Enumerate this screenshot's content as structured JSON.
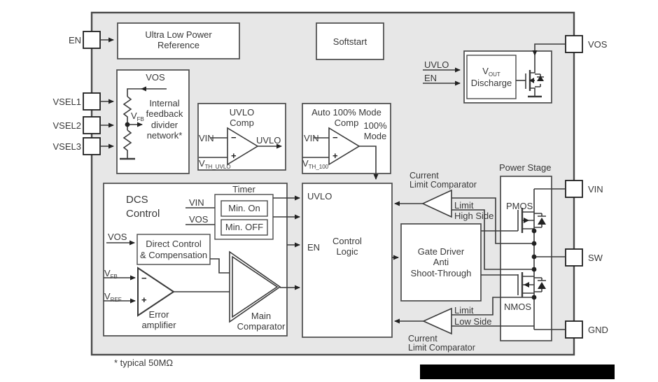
{
  "pins": {
    "en": "EN",
    "vsel1": "VSEL1",
    "vsel2": "VSEL2",
    "vsel3": "VSEL3",
    "vos": "VOS",
    "vin": "VIN",
    "sw": "SW",
    "gnd": "GND"
  },
  "blocks": {
    "reference": "Ultra Low Power\nReference",
    "softstart": "Softstart",
    "discharge": {
      "in_uvlo": "UVLO",
      "in_en": "EN",
      "v_base": "V",
      "v_sub": "OUT",
      "label": "Discharge"
    },
    "feedback": {
      "vos": "VOS",
      "v_base": "V",
      "v_sub": "FB",
      "text": "Internal\nfeedback\ndivider\nnetwork*"
    },
    "uvlo_comp": {
      "title": "UVLO\nComp",
      "in1": "VIN",
      "vth_base": "V",
      "vth_sub": "TH_UVLO",
      "out": "UVLO"
    },
    "auto_comp": {
      "title": "Auto 100% Mode\nComp",
      "in1": "VIN",
      "vth_base": "V",
      "vth_sub": "TH_100",
      "out": "100%\nMode"
    },
    "dcs": {
      "title": "DCS\nControl",
      "timer": "Timer",
      "vin": "VIN",
      "vos": "VOS",
      "min_on": "Min. On",
      "min_off": "Min. OFF",
      "vos_in": "VOS",
      "direct": "Direct Control\n& Compensation",
      "vfb_base": "V",
      "vfb_sub": "FB",
      "vref_base": "V",
      "vref_sub": "REF",
      "error_amp": "Error\namplifier",
      "main_comp": "Main\nComparator"
    },
    "control_logic": {
      "uvlo": "UVLO",
      "en": "EN",
      "title": "Control\nLogic"
    },
    "gate_driver": "Gate Driver\nAnti\nShoot-Through",
    "hs_comp": {
      "label": "Current\nLimit Comparator",
      "limit": "Limit",
      "side": "High Side"
    },
    "ls_comp": {
      "limit": "Limit",
      "side": "Low Side",
      "label": "Current\nLimit Comparator"
    },
    "power_stage": {
      "title": "Power Stage",
      "pmos": "PMOS",
      "nmos": "NMOS"
    }
  },
  "symbols": {
    "minus": "−",
    "plus": "+"
  },
  "note": "* typical 50MΩ",
  "colors": {
    "diagram_fill": "#e7e7e7",
    "line": "#3a3a3a",
    "block_fill": "#ffffff",
    "redaction": "#000000"
  }
}
